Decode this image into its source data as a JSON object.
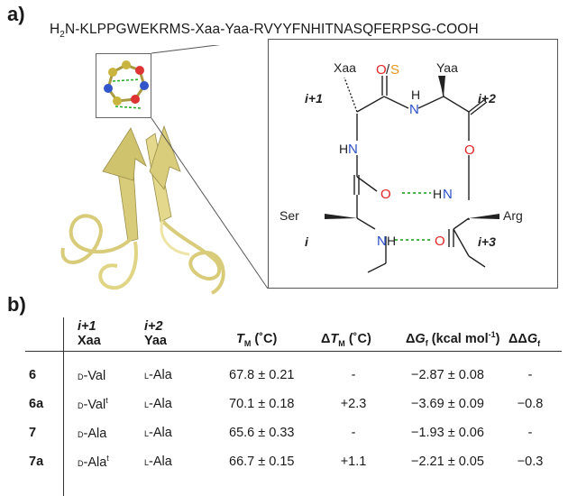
{
  "panel_a": {
    "label": "a)",
    "sequence": {
      "prefix": "H",
      "subscript": "2",
      "rest": "N-KLPPGWEKRMS-Xaa-Yaa-RVYYFNHITNASQFERPSG-COOH"
    },
    "diagram": {
      "xaa": "Xaa",
      "yaa": "Yaa",
      "i1": "i+1",
      "i2": "i+2",
      "i": "i",
      "i3": "i+3",
      "ser": "Ser",
      "arg": "Arg",
      "o_top": "O",
      "slash": "/",
      "s_top": "S",
      "h_top": "H",
      "n_top": "N",
      "hn_left_h": "H",
      "hn_left_n": "N",
      "o_right": "O",
      "o_mid": "O",
      "hn_mid_h": "H",
      "hn_mid_n": "N",
      "nh_bot_n": "N",
      "nh_bot_h": "H",
      "o_bot": "O"
    }
  },
  "panel_b": {
    "label": "b)",
    "headers": {
      "pos1": "i+1",
      "xaa": "Xaa",
      "pos2": "i+2",
      "yaa": "Yaa",
      "tm_T": "T",
      "tm_sub": "M",
      "tm_unit": "(˚C)",
      "dtm_delta": "Δ",
      "dtm_T": "T",
      "dtm_sub": "M",
      "dtm_unit": "(˚C)",
      "dg_delta": "Δ",
      "dg_G": "G",
      "dg_sub": "f",
      "dg_unit": "(kcal mol",
      "dg_sup": "-1",
      "dg_close": ")",
      "ddg_delta": "ΔΔ",
      "ddg_G": "G",
      "ddg_sub": "f"
    },
    "rows": [
      {
        "id": "6",
        "xaa_p": "d",
        "xaa_r": "-Val",
        "xaa_sup": "",
        "yaa_p": "l",
        "yaa_r": "-Ala",
        "tm": "67.8 ± 0.21",
        "dtm": "-",
        "dg": "−2.87 ± 0.08",
        "ddg": "-"
      },
      {
        "id": "6a",
        "xaa_p": "d",
        "xaa_r": "-Val",
        "xaa_sup": "t",
        "yaa_p": "l",
        "yaa_r": "-Ala",
        "tm": "70.1 ± 0.18",
        "dtm": "+2.3",
        "dg": "−3.69 ± 0.09",
        "ddg": "−0.8"
      },
      {
        "id": "7",
        "xaa_p": "d",
        "xaa_r": "-Ala",
        "xaa_sup": "",
        "yaa_p": "l",
        "yaa_r": "-Ala",
        "tm": "65.6 ± 0.33",
        "dtm": "-",
        "dg": "−1.93 ± 0.06",
        "ddg": "-"
      },
      {
        "id": "7a",
        "xaa_p": "d",
        "xaa_r": "-Ala",
        "xaa_sup": "t",
        "yaa_p": "l",
        "yaa_r": "-Ala",
        "tm": "66.7 ± 0.15",
        "dtm": "+1.1",
        "dg": "−2.21 ± 0.05",
        "ddg": "−0.3"
      }
    ]
  }
}
